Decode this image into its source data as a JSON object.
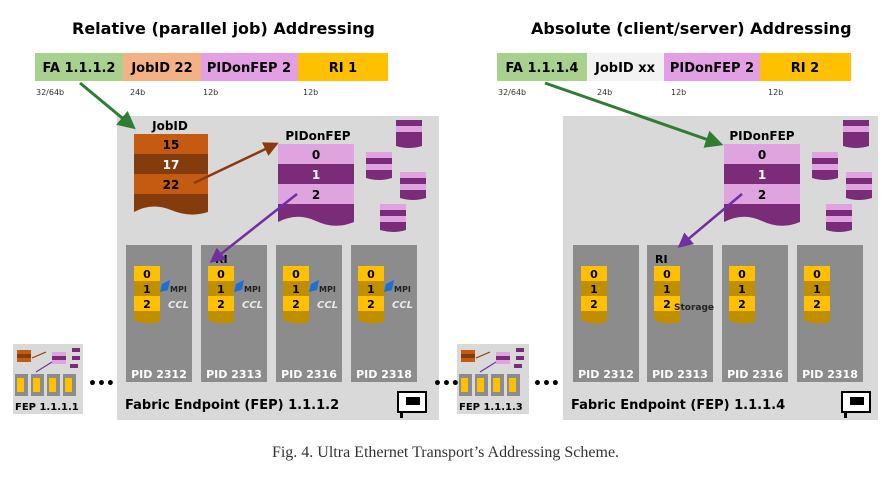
{
  "left": {
    "title": "Relative (parallel job) Addressing",
    "fields": {
      "fa": "FA 1.1.1.2",
      "jobid": "JobID 22",
      "pid": "PIDonFEP 2",
      "ri": "RI 1"
    },
    "bits": {
      "fa": "32/64b",
      "jobid": "24b",
      "pid": "12b",
      "ri": "12b"
    },
    "jobid_table": {
      "title": "JobID",
      "values": [
        "15",
        "17",
        "22"
      ]
    },
    "pid_table": {
      "title": "PIDonFEP",
      "values": [
        "0",
        "1",
        "2"
      ]
    },
    "ri_label": "RI",
    "processes": [
      {
        "label": "PID 2312",
        "rows": [
          "0",
          "1",
          "2"
        ]
      },
      {
        "label": "PID 2313",
        "rows": [
          "0",
          "1",
          "2"
        ]
      },
      {
        "label": "PID 2316",
        "rows": [
          "0",
          "1",
          "2"
        ]
      },
      {
        "label": "PID 2318",
        "rows": [
          "0",
          "1",
          "2"
        ]
      }
    ],
    "logo_mpi": "MPI",
    "logo_ccl": "CCL",
    "fep_label": "Fabric Endpoint (FEP) 1.1.1.2",
    "mini_fep_label": "FEP 1.1.1.1"
  },
  "right": {
    "title": "Absolute (client/server) Addressing",
    "fields": {
      "fa": "FA 1.1.1.4",
      "jobid": "JobID xx",
      "pid": "PIDonFEP 2",
      "ri": "RI 2"
    },
    "bits": {
      "fa": "32/64b",
      "jobid": "24b",
      "pid": "12b",
      "ri": "12b"
    },
    "pid_table": {
      "title": "PIDonFEP",
      "values": [
        "0",
        "1",
        "2"
      ]
    },
    "ri_label": "RI",
    "storage_label": "Storage",
    "processes": [
      {
        "label": "PID 2312",
        "rows": [
          "0",
          "1",
          "2"
        ]
      },
      {
        "label": "PID 2313",
        "rows": [
          "0",
          "1",
          "2"
        ]
      },
      {
        "label": "PID 2316",
        "rows": [
          "0",
          "1",
          "2"
        ]
      },
      {
        "label": "PID 2318",
        "rows": [
          "0",
          "1",
          "2"
        ]
      }
    ],
    "fep_label": "Fabric Endpoint (FEP) 1.1.1.4",
    "mini_fep_label": "FEP 1.1.1.3"
  },
  "ellipsis": "•••",
  "caption": "Fig. 4.  Ultra Ethernet Transport’s Addressing Scheme.",
  "colors": {
    "fa": "#a9d18e",
    "jobid": "#f4b183",
    "pid": "#e29fe3",
    "ri": "#ffc000",
    "panel": "#d9d9d9",
    "proc": "#8c8c8c",
    "job_dark": "#843c0c",
    "job_light": "#c55a11",
    "pid_light": "#dfa3df",
    "pid_dark": "#7b2c79",
    "ri_gold": "#ffc000",
    "ri_dark": "#bf8f00",
    "green_arrow": "#2e7d32",
    "brown_arrow": "#8b3a0f",
    "purple_arrow": "#7030a0"
  }
}
